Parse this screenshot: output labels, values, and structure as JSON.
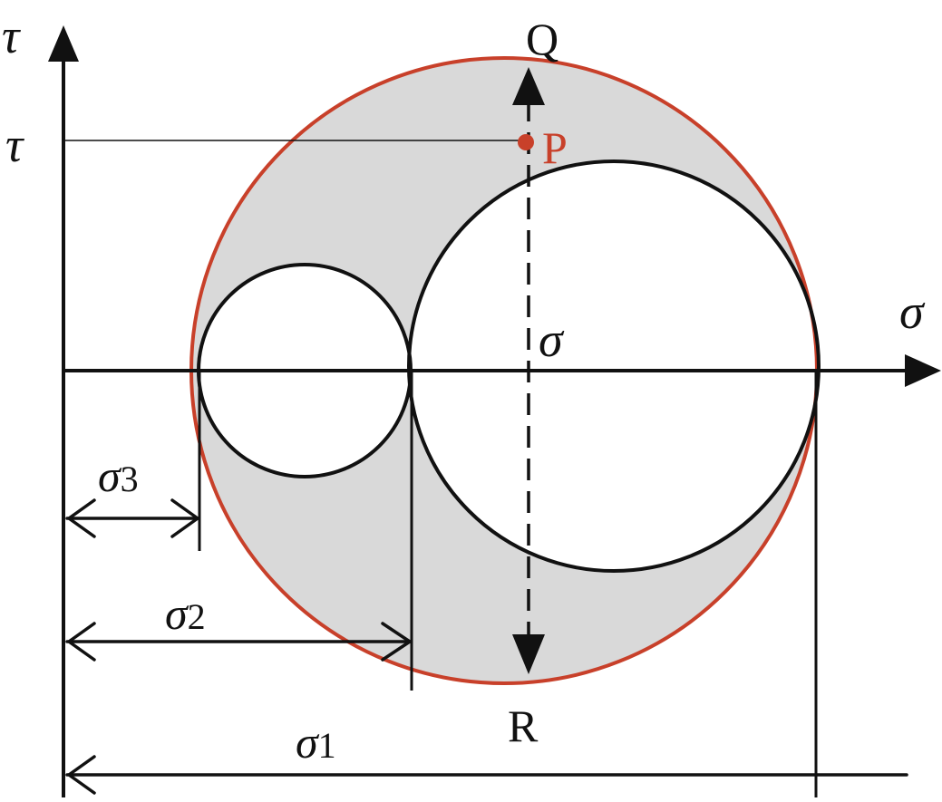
{
  "labels": {
    "tau_axis": "τ",
    "tau_value": "τ",
    "sigma_axis": "σ",
    "sigma_value": "σ",
    "point_p": "P",
    "point_q": "Q",
    "point_r": "R",
    "sigma3": {
      "symbol": "σ",
      "subscript": "3"
    },
    "sigma2": {
      "symbol": "σ",
      "subscript": "2"
    },
    "sigma1": {
      "symbol": "σ",
      "subscript": "1"
    }
  },
  "colors": {
    "outer_circle": "#c8402a",
    "point_p": "#c8402a",
    "shaded_region": "#d9d9d9",
    "lines": "#111111"
  }
}
